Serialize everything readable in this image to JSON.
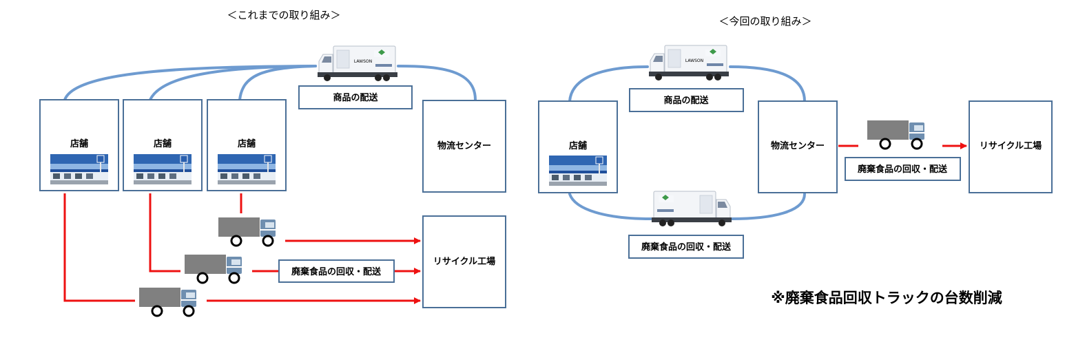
{
  "left_panel": {
    "heading": "＜これまでの取り組み＞",
    "store_label": "店舗",
    "center_label": "物流センター",
    "plant_label": "リサイクル工場",
    "delivery_label": "商品の配送",
    "collection_label": "廃棄食品の回収・配送"
  },
  "right_panel": {
    "heading": "＜今回の取り組み＞",
    "store_label": "店舗",
    "center_label": "物流センター",
    "plant_label": "リサイクル工場",
    "delivery_label": "商品の配送",
    "collection_label": "廃棄食品の回収・配送",
    "collection_label_2": "廃棄食品の回収・配送"
  },
  "truck_brand_text": "LAWSON",
  "note": "※廃棄食品回収トラックの台数削減",
  "colors": {
    "box_border": "#4a6f97",
    "delivery_line": "#6e9bd0",
    "collection_line": "#ee1111",
    "truck_body": "#808080",
    "truck_cab": "#5d7fa0"
  }
}
